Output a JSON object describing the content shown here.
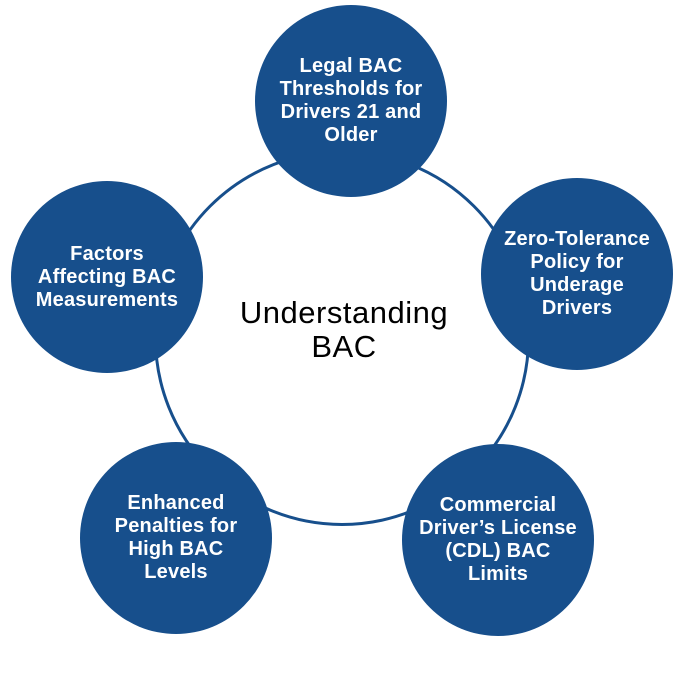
{
  "diagram": {
    "center_title": [
      "Understanding",
      "BAC"
    ],
    "nodes": [
      {
        "id": "legal-bac-thresholds",
        "position": "top",
        "label": [
          "Legal BAC",
          "Thresholds for",
          "Drivers 21 and",
          "Older"
        ]
      },
      {
        "id": "zero-tolerance-policy",
        "position": "right",
        "label": [
          "Zero-Tolerance",
          "Policy for",
          "Underage",
          "Drivers"
        ]
      },
      {
        "id": "cdl-bac-limits",
        "position": "bottom-right",
        "label": [
          "Commercial",
          "Driver’s License",
          "(CDL) BAC",
          "Limits"
        ]
      },
      {
        "id": "enhanced-penalties",
        "position": "bottom-left",
        "label": [
          "Enhanced",
          "Penalties for",
          "High BAC",
          "Levels"
        ]
      },
      {
        "id": "factors-affecting-bac",
        "position": "left",
        "label": [
          "Factors",
          "Affecting BAC",
          "Measurements"
        ]
      }
    ],
    "colors": {
      "node_fill": "#174F8C",
      "node_text": "#FFFFFF",
      "ring_stroke": "#174F8C",
      "center_text": "#000000",
      "background": "#FFFFFF"
    }
  }
}
